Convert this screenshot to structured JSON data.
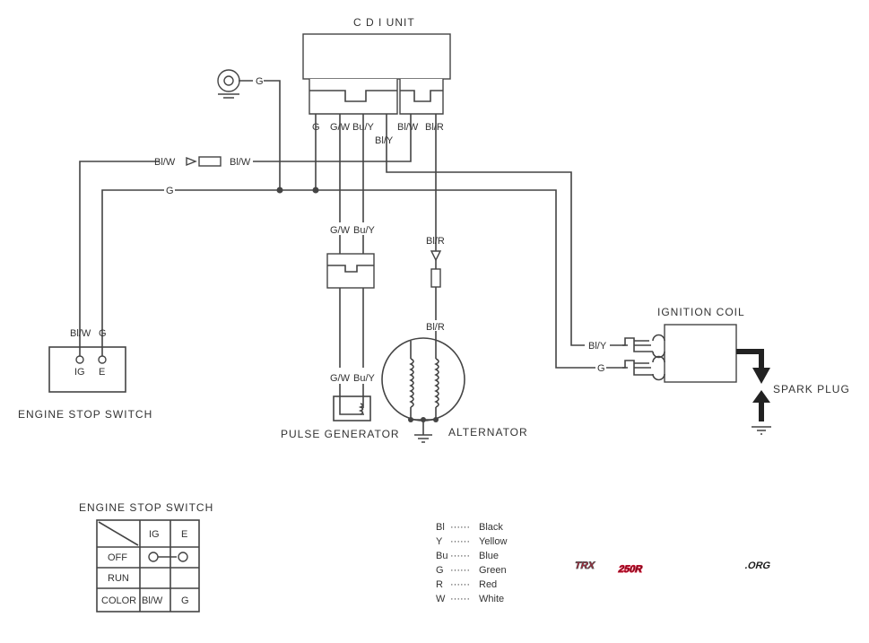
{
  "components": {
    "cdi_unit": "C D I UNIT",
    "ignition_coil": "IGNITION COIL",
    "spark_plug": "SPARK PLUG",
    "pulse_generator": "PULSE GENERATOR",
    "alternator": "ALTERNATOR",
    "engine_stop_switch": "ENGINE STOP SWITCH"
  },
  "wire_labels": {
    "g": "G",
    "gw": "G/W",
    "buy": "Bu/Y",
    "bly": "Bl/Y",
    "blw": "Bl/W",
    "blr": "Bl/R"
  },
  "switch_terminals": {
    "ig": "IG",
    "e": "E"
  },
  "switch_table": {
    "title": "ENGINE STOP SWITCH",
    "columns": [
      "IG",
      "E"
    ],
    "rows": [
      "OFF",
      "RUN",
      "COLOR"
    ],
    "color_values": [
      "Bl/W",
      "G"
    ],
    "off_connected": true
  },
  "color_legend": [
    {
      "code": "Bl",
      "name": "Black"
    },
    {
      "code": "Y",
      "name": "Yellow"
    },
    {
      "code": "Bu",
      "name": "Blue"
    },
    {
      "code": "G",
      "name": "Green"
    },
    {
      "code": "R",
      "name": "Red"
    },
    {
      "code": "W",
      "name": "White"
    }
  ],
  "legend_dots": "······",
  "logo": {
    "text_red": "TRX",
    "text_black": "250R",
    "suffix": ".ORG",
    "colors": {
      "red": "#c8102e",
      "black": "#1a1a1a"
    }
  }
}
